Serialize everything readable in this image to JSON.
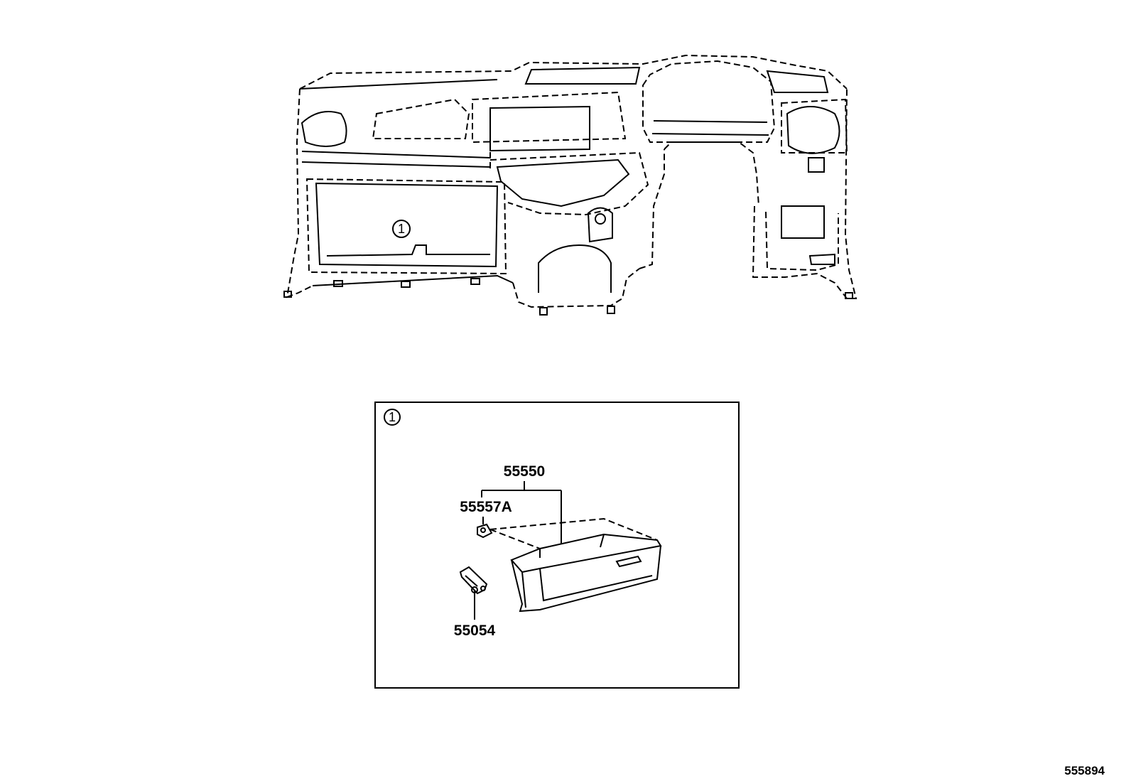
{
  "callout": {
    "ref_number": "1"
  },
  "detail_box": {
    "ref_number": "1",
    "parts": [
      {
        "part_no": "55550"
      },
      {
        "part_no": "55557A"
      },
      {
        "part_no": "55054"
      }
    ]
  },
  "figure_number": "555894"
}
